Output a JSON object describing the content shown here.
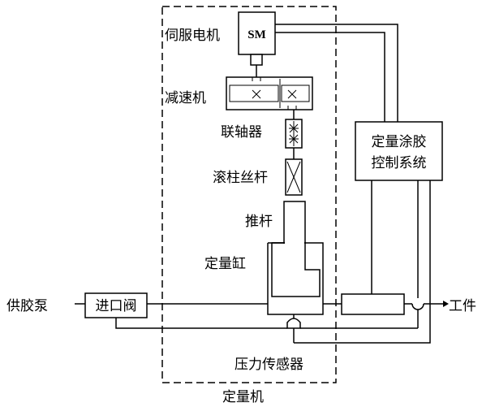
{
  "labels": {
    "servo_motor": "伺服电机",
    "sm": "SM",
    "reducer": "减速机",
    "coupling": "联轴器",
    "ball_screw": "滚柱丝杆",
    "push_rod": "推杆",
    "cylinder": "定量缸",
    "controller_line1": "定量涂胶",
    "controller_line2": "控制系统",
    "supply_pump": "供胶泵",
    "inlet_valve": "进口阀",
    "workpiece": "工件",
    "pressure_sensor": "压力传感器",
    "machine": "定量机"
  }
}
